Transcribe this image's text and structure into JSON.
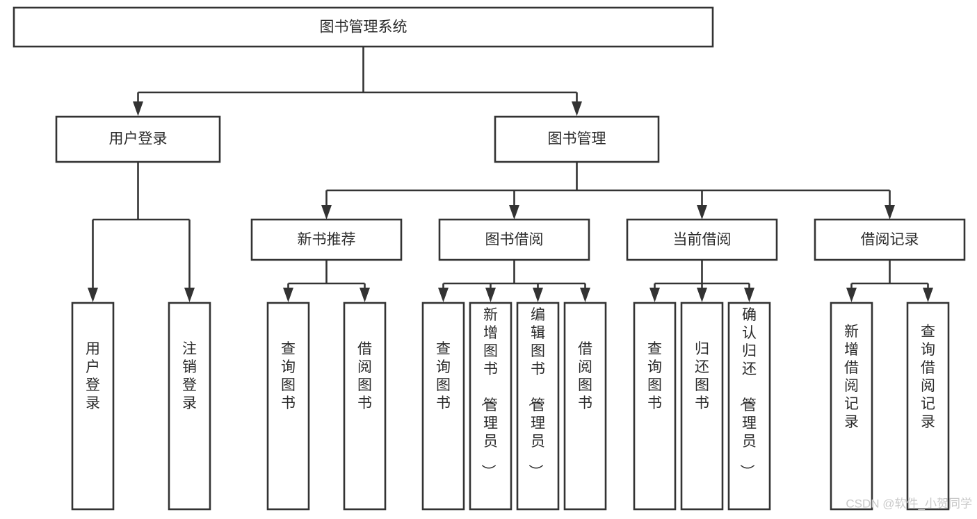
{
  "diagram": {
    "title": "图书管理系统",
    "watermark": "CSDN @软件_小贺同学",
    "type": "tree-hierarchy-flowchart",
    "orientation": "top-down",
    "style": {
      "box_fill": "#ffffff",
      "box_stroke": "#333333",
      "text_color": "#2b2b2b",
      "background": "#ffffff",
      "watermark_color": "#c9c9c9"
    },
    "root": {
      "id": "root",
      "label": "图书管理系统",
      "orientation": "horizontal"
    },
    "level2": [
      {
        "id": "user-login",
        "label": "用户登录",
        "orientation": "horizontal"
      },
      {
        "id": "book-manage",
        "label": "图书管理",
        "orientation": "horizontal"
      }
    ],
    "level3": [
      {
        "id": "new-book-recommend",
        "label": "新书推荐",
        "orientation": "horizontal",
        "parent": "book-manage"
      },
      {
        "id": "book-borrow",
        "label": "图书借阅",
        "orientation": "horizontal",
        "parent": "book-manage"
      },
      {
        "id": "current-borrow",
        "label": "当前借阅",
        "orientation": "horizontal",
        "parent": "book-manage"
      },
      {
        "id": "borrow-record",
        "label": "借阅记录",
        "orientation": "horizontal",
        "parent": "book-manage"
      }
    ],
    "leaves": [
      {
        "id": "leaf-user-login",
        "label": "用户登录",
        "orientation": "vertical",
        "parent": "user-login"
      },
      {
        "id": "leaf-logout-login",
        "label": "注销登录",
        "orientation": "vertical",
        "parent": "user-login"
      },
      {
        "id": "leaf-query-book-1",
        "label": "查询图书",
        "orientation": "vertical",
        "parent": "new-book-recommend"
      },
      {
        "id": "leaf-borrow-book-1",
        "label": "借阅图书",
        "orientation": "vertical",
        "parent": "new-book-recommend"
      },
      {
        "id": "leaf-query-book-2",
        "label": "查询图书",
        "orientation": "vertical",
        "parent": "book-borrow"
      },
      {
        "id": "leaf-add-book",
        "label": "新增图书（管理员）",
        "orientation": "vertical",
        "parent": "book-borrow"
      },
      {
        "id": "leaf-edit-book",
        "label": "编辑图书（管理员）",
        "orientation": "vertical",
        "parent": "book-borrow"
      },
      {
        "id": "leaf-borrow-book-2",
        "label": "借阅图书",
        "orientation": "vertical",
        "parent": "book-borrow"
      },
      {
        "id": "leaf-query-book-3",
        "label": "查询图书",
        "orientation": "vertical",
        "parent": "current-borrow"
      },
      {
        "id": "leaf-return-book",
        "label": "归还图书",
        "orientation": "vertical",
        "parent": "current-borrow"
      },
      {
        "id": "leaf-confirm-return",
        "label": "确认归还（管理员）",
        "orientation": "vertical",
        "parent": "current-borrow"
      },
      {
        "id": "leaf-add-record",
        "label": "新增借阅记录",
        "orientation": "vertical",
        "parent": "borrow-record"
      },
      {
        "id": "leaf-query-record",
        "label": "查询借阅记录",
        "orientation": "vertical",
        "parent": "borrow-record"
      }
    ]
  }
}
